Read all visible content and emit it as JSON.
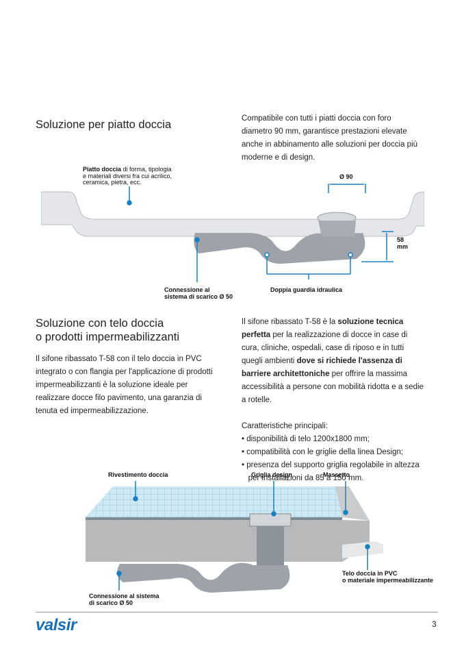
{
  "section1": {
    "title": "Soluzione per piatto doccia",
    "intro": [
      "Compatibile con tutti i piatti doccia con foro",
      "diametro 90 mm, garantisce prestazioni elevate",
      "anche in abbinamento alle soluzioni per doccia più",
      "moderne e di design."
    ],
    "labels": {
      "piatto_bold": "Piatto doccia",
      "piatto_rest1": " di forma, tipologia",
      "piatto_rest2": "e materiali diversi fra cui acrilico,",
      "piatto_rest3": "ceramica, pietra, ecc.",
      "diameter": "Ø 90",
      "height1": "58",
      "height2": "mm",
      "connessione1": "Connessione al",
      "connessione2": "sistema di scarico Ø 50",
      "doppia": "Doppia guardia idraulica"
    }
  },
  "section2": {
    "title1": "Soluzione con telo doccia",
    "title2": "o prodotti impermeabilizzanti",
    "left": [
      "Il sifone ribassato T-58 con il telo doccia in PVC",
      "integrato o con flangia per l'applicazione di prodotti",
      "impermeabilizzanti è la soluzione ideale per",
      "realizzare docce filo pavimento, una garanzia di",
      "tenuta ed impermeabilizzazione."
    ],
    "right": {
      "l1a": "Il sifone ribassato T-58 è la ",
      "l1b": "soluzione tecnica",
      "l2a": "perfetta",
      "l2b": " per la realizzazione di docce in case di",
      "l3": "cura, cliniche, ospedali, case di riposo e in tutti",
      "l4a": "quegli ambienti ",
      "l4b": "dove si richiede l'assenza di",
      "l5a": "barriere architettoniche",
      "l5b": " per offrire la massima",
      "l6": "accessibilità a persone con mobilità ridotta e a sedie",
      "l7": "a rotelle."
    },
    "features_title": "Caratteristiche principali:",
    "features": [
      "• disponibilità di telo 1200x1800 mm;",
      "• compatibilità con le griglie della linea Design;",
      "• presenza del supporto griglia regolabile in altezza",
      "   per installazioni da 85 a 150 mm."
    ],
    "labels": {
      "rivestimento": "Rivestimento doccia",
      "griglia": "Griglia design",
      "massetto": "Massetto",
      "telo1": "Telo doccia in PVC",
      "telo2": "o materiale impermeabilizzante",
      "conn1": "Connessione al sistema",
      "conn2": "di scarico Ø 50"
    }
  },
  "footer": {
    "logo": "valsir",
    "page": "3"
  },
  "colors": {
    "accent": "#1a7fc1",
    "logo": "#1a6fb5"
  }
}
